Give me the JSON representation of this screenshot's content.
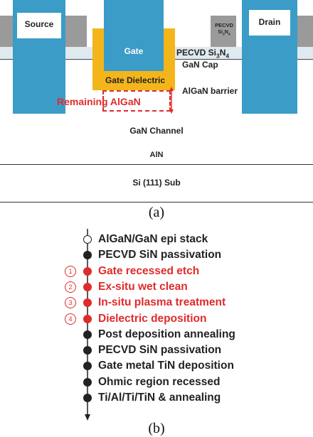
{
  "figure_a": {
    "labels": {
      "source": "Source",
      "drain": "Drain",
      "gate": "Gate",
      "pecvd_top": "PECVD",
      "pecvd_top_formula": "Si3N4",
      "pecvd_layer": "PECVD Si3N4",
      "gan_cap": "GaN Cap",
      "gate_dielectric": "Gate Dielectric",
      "algan_barrier": "AlGaN barrier",
      "remaining_algan": "Remaining AlGaN",
      "gan_channel": "GaN Channel",
      "aln": "AlN",
      "si_sub": "Si (111) Sub"
    },
    "caption": "(a)"
  },
  "figure_b": {
    "steps": [
      {
        "label": "AlGaN/GaN epi stack",
        "color": "#222222",
        "marker": "open",
        "number": ""
      },
      {
        "label": "PECVD SiN passivation",
        "color": "#222222",
        "marker": "filled",
        "number": ""
      },
      {
        "label": "Gate recessed etch",
        "color": "#e02b2b",
        "marker": "filled",
        "number": "1"
      },
      {
        "label": "Ex-situ wet clean",
        "color": "#e02b2b",
        "marker": "filled",
        "number": "2"
      },
      {
        "label": "In-situ plasma treatment",
        "color": "#e02b2b",
        "marker": "filled",
        "number": "3"
      },
      {
        "label": "Dielectric deposition",
        "color": "#e02b2b",
        "marker": "filled",
        "number": "4"
      },
      {
        "label": "Post deposition annealing",
        "color": "#222222",
        "marker": "filled",
        "number": ""
      },
      {
        "label": "PECVD SiN passivation",
        "color": "#222222",
        "marker": "filled",
        "number": ""
      },
      {
        "label": "Gate metal TiN deposition",
        "color": "#222222",
        "marker": "filled",
        "number": ""
      },
      {
        "label": "Ohmic region recessed",
        "color": "#222222",
        "marker": "filled",
        "number": ""
      },
      {
        "label": "Ti/Al/Ti/TiN & annealing",
        "color": "#222222",
        "marker": "filled",
        "number": ""
      }
    ],
    "caption": "(b)"
  },
  "colors": {
    "metal": "#3b9cc7",
    "dielectric": "#f3b51a",
    "pecvd_gray": "#9a9a9a",
    "highlight_red": "#e02b2b"
  }
}
